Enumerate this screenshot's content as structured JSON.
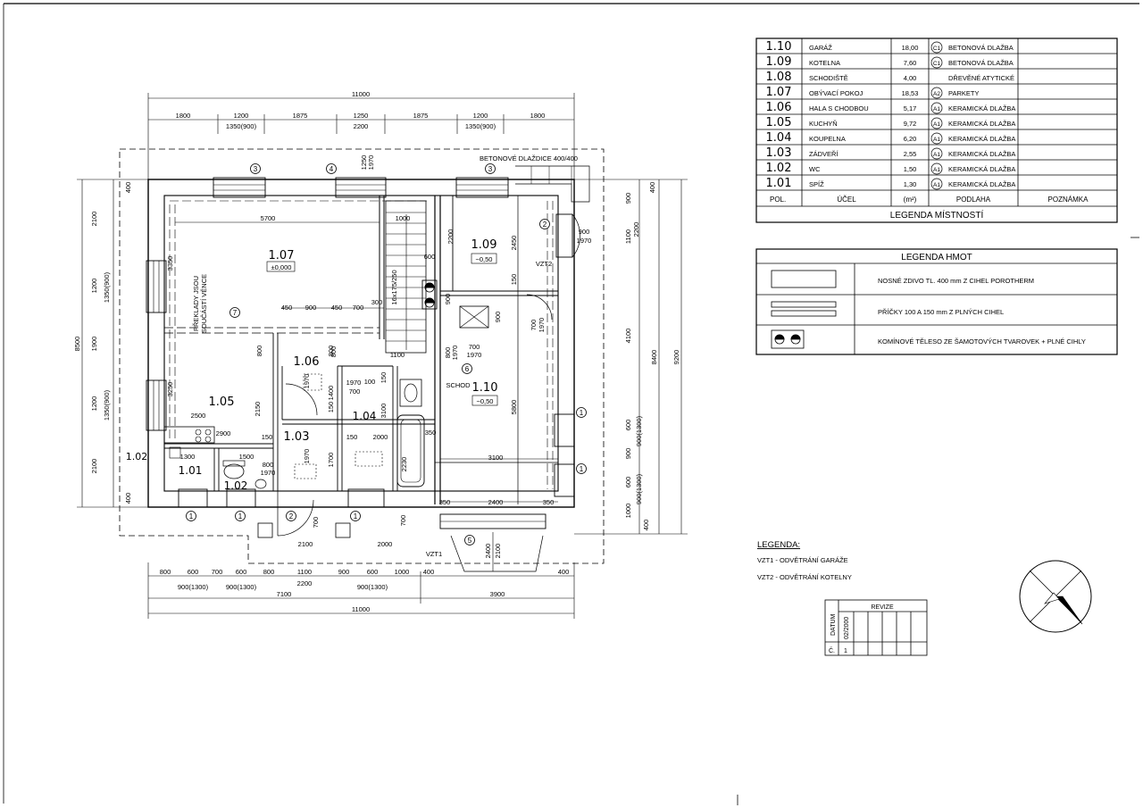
{
  "rooms_table": {
    "rows": [
      {
        "num": "1.10",
        "name": "GARÁŽ",
        "area": "18,00",
        "code": "C1",
        "floor": "BETONOVÁ DLAŽBA",
        "note": ""
      },
      {
        "num": "1.09",
        "name": "KOTELNA",
        "area": "7,60",
        "code": "C1",
        "floor": "BETONOVÁ DLAŽBA",
        "note": ""
      },
      {
        "num": "1.08",
        "name": "SCHODIŠTĚ",
        "area": "4,00",
        "code": "",
        "floor": "DŘEVĚNÉ ATYTICKÉ",
        "note": ""
      },
      {
        "num": "1.07",
        "name": "OBÝVACÍ POKOJ",
        "area": "18,53",
        "code": "A2",
        "floor": "PARKETY",
        "note": ""
      },
      {
        "num": "1.06",
        "name": "HALA S CHODBOU",
        "area": "5,17",
        "code": "A1",
        "floor": "KERAMICKÁ DLAŽBA",
        "note": ""
      },
      {
        "num": "1.05",
        "name": "KUCHYŇ",
        "area": "9,72",
        "code": "A1",
        "floor": "KERAMICKÁ DLAŽBA",
        "note": ""
      },
      {
        "num": "1.04",
        "name": "KOUPELNA",
        "area": "6,20",
        "code": "A1",
        "floor": "KERAMICKÁ DLAŽBA",
        "note": ""
      },
      {
        "num": "1.03",
        "name": "ZÁDVEŘÍ",
        "area": "2,55",
        "code": "A1",
        "floor": "KERAMICKÁ DLAŽBA",
        "note": ""
      },
      {
        "num": "1.02",
        "name": "WC",
        "area": "1,50",
        "code": "A1",
        "floor": "KERAMICKÁ DLAŽBA",
        "note": ""
      },
      {
        "num": "1.01",
        "name": "SPÍŽ",
        "area": "1,30",
        "code": "A1",
        "floor": "KERAMICKÁ DLAŽBA",
        "note": ""
      }
    ],
    "header": {
      "pol": "POL.",
      "ucel": "ÚČEL",
      "unit": "(m²)",
      "podlaha": "PODLAHA",
      "poznamka": "POZNÁMKA"
    },
    "title": "LEGENDA MÍSTNOSTÍ"
  },
  "materials_legend": {
    "title": "LEGENDA HMOT",
    "items": [
      {
        "text": "NOSNÉ ZDIVO TL. 400 mm Z CIHEL POROTHERM"
      },
      {
        "text": "PŘÍČKY 100 A 150 mm Z PLNÝCH CIHEL"
      },
      {
        "text": "KOMÍNOVÉ TĚLESO ZE ŠAMOTOVÝCH TVAROVEK + PLNÉ CIHLY"
      }
    ]
  },
  "legend": {
    "title": "LEGENDA:",
    "lines": [
      "VZT1 - ODVĚTRÁNÍ GARÁŽE",
      "VZT2 - ODVĚTRÁNÍ KOTELNY"
    ]
  },
  "revize": {
    "title": "REVIZE",
    "datum_label": "DATUM",
    "datum": "02/2000",
    "c_label": "Č.",
    "c_value": "1"
  },
  "plan": {
    "room_labels": [
      {
        "num": "1.07",
        "level": "±0,000"
      },
      {
        "num": "1.09",
        "level": "−0,50"
      },
      {
        "num": "1.10",
        "level": "−0,50"
      },
      {
        "num": "1.06"
      },
      {
        "num": "1.05"
      },
      {
        "num": "1.04"
      },
      {
        "num": "1.03"
      },
      {
        "num": "1.02"
      },
      {
        "num": "1.01"
      }
    ],
    "label_102_outer": "1.02",
    "top_dims": {
      "total": "11000",
      "parts": [
        "1800",
        "1200",
        "1875",
        "1250",
        "1875",
        "1200",
        "1800"
      ],
      "sub": [
        "1350(900)",
        "2200",
        "1350(900)"
      ]
    },
    "bottom_dims": {
      "row1": [
        "800",
        "600",
        "700",
        "600",
        "800",
        "1100",
        "900",
        "600",
        "1000",
        "400",
        "400"
      ],
      "row1b": [
        "900(1300)",
        "900(1300)",
        "2200",
        "900(1300)"
      ],
      "row2": [
        "7100",
        "3900"
      ],
      "total": "11000"
    },
    "left_dims": {
      "total": "8500",
      "parts": [
        "2100",
        "1200",
        "1900",
        "1200",
        "2100"
      ],
      "sub": [
        "1350(900)",
        "1350(900)"
      ],
      "small": [
        "400",
        "400"
      ],
      "inner": [
        "3350",
        "3250"
      ]
    },
    "right_dims": {
      "total": "9200",
      "mid": "8400",
      "parts": [
        "400",
        "900",
        "2200",
        "1100",
        "4100",
        "600",
        "900",
        "600",
        "1000",
        "400"
      ],
      "sub": [
        "900(1300)",
        "900(1300)"
      ],
      "door": [
        "900",
        "1970"
      ]
    },
    "inner_dims": {
      "d5700": "5700",
      "d1000": "1000",
      "d600": "600",
      "d2200": "2200",
      "d2450": "2450",
      "d150": "150",
      "d450a": "450",
      "d900": "900",
      "d450b": "450",
      "d700": "700",
      "d300": "300",
      "d800": "800",
      "d1970": "1970",
      "d1400": "1400",
      "d3100": "3100",
      "d2500": "2500",
      "d2900": "2900",
      "d1500": "1500",
      "d2000": "2000",
      "d1300": "1300",
      "d2150": "2150",
      "d350a": "350",
      "d2230": "2230",
      "d5800": "5800",
      "d3100b": "3100",
      "d2400": "2400",
      "d350b": "350",
      "d350c": "350",
      "d1100": "1100",
      "d100": "100",
      "d1700a": "1700",
      "d1700b": "1700",
      "d2100": "2100",
      "d2000b": "2000",
      "d2400v": "2400",
      "d2100v": "2100",
      "d1250": "1250",
      "d1970b": "1970",
      "d700_1970": "700",
      "d1970c": "1970",
      "d800b": "800",
      "d1970d": "1970",
      "stairs": "16x175/250",
      "d700b": "700",
      "d1970e": "1970"
    },
    "notes": {
      "tiles": "BETONOVÉ DLAŽDICE 400/400",
      "lintel_1": "PŘEKLADY JSOU",
      "lintel_2": "SOUČÁSTÍ VĚNCE",
      "schod": "SCHOD",
      "vzt1": "VZT1",
      "vzt2": "VZT2"
    },
    "marks": [
      "1",
      "2",
      "3",
      "4",
      "5",
      "6",
      "7"
    ]
  }
}
